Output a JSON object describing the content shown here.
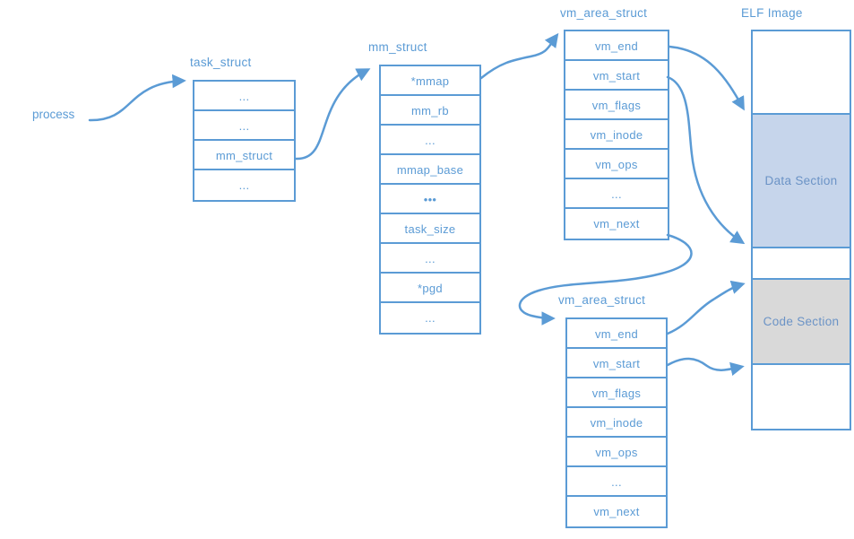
{
  "process_label": "process",
  "tables": {
    "task_struct": {
      "title": "task_struct",
      "rows": [
        "...",
        "...",
        "mm_struct",
        "..."
      ]
    },
    "mm_struct": {
      "title": "mm_struct",
      "rows": [
        "*mmap",
        "mm_rb",
        "...",
        "mmap_base",
        "•••",
        "task_size",
        "...",
        "*pgd",
        "..."
      ]
    },
    "vm_area_struct_top": {
      "title": "vm_area_struct",
      "rows": [
        "vm_end",
        "vm_start",
        "vm_flags",
        "vm_inode",
        "vm_ops",
        "...",
        "vm_next"
      ]
    },
    "vm_area_struct_bottom": {
      "title": "vm_area_struct",
      "rows": [
        "vm_end",
        "vm_start",
        "vm_flags",
        "vm_inode",
        "vm_ops",
        "...",
        "vm_next"
      ]
    }
  },
  "elf_image": {
    "title": "ELF Image",
    "sections": [
      {
        "label": "",
        "fill": "#ffffff"
      },
      {
        "label": "Data Section",
        "fill": "#c6d5eb"
      },
      {
        "label": "",
        "fill": "#ffffff"
      },
      {
        "label": "Code Section",
        "fill": "#d9d9d9"
      },
      {
        "label": "",
        "fill": "#ffffff"
      }
    ]
  },
  "colors": {
    "line": "#5b9bd5",
    "text": "#5b9bd5",
    "data_section_fill": "#c6d5eb",
    "code_section_fill": "#d9d9d9"
  }
}
